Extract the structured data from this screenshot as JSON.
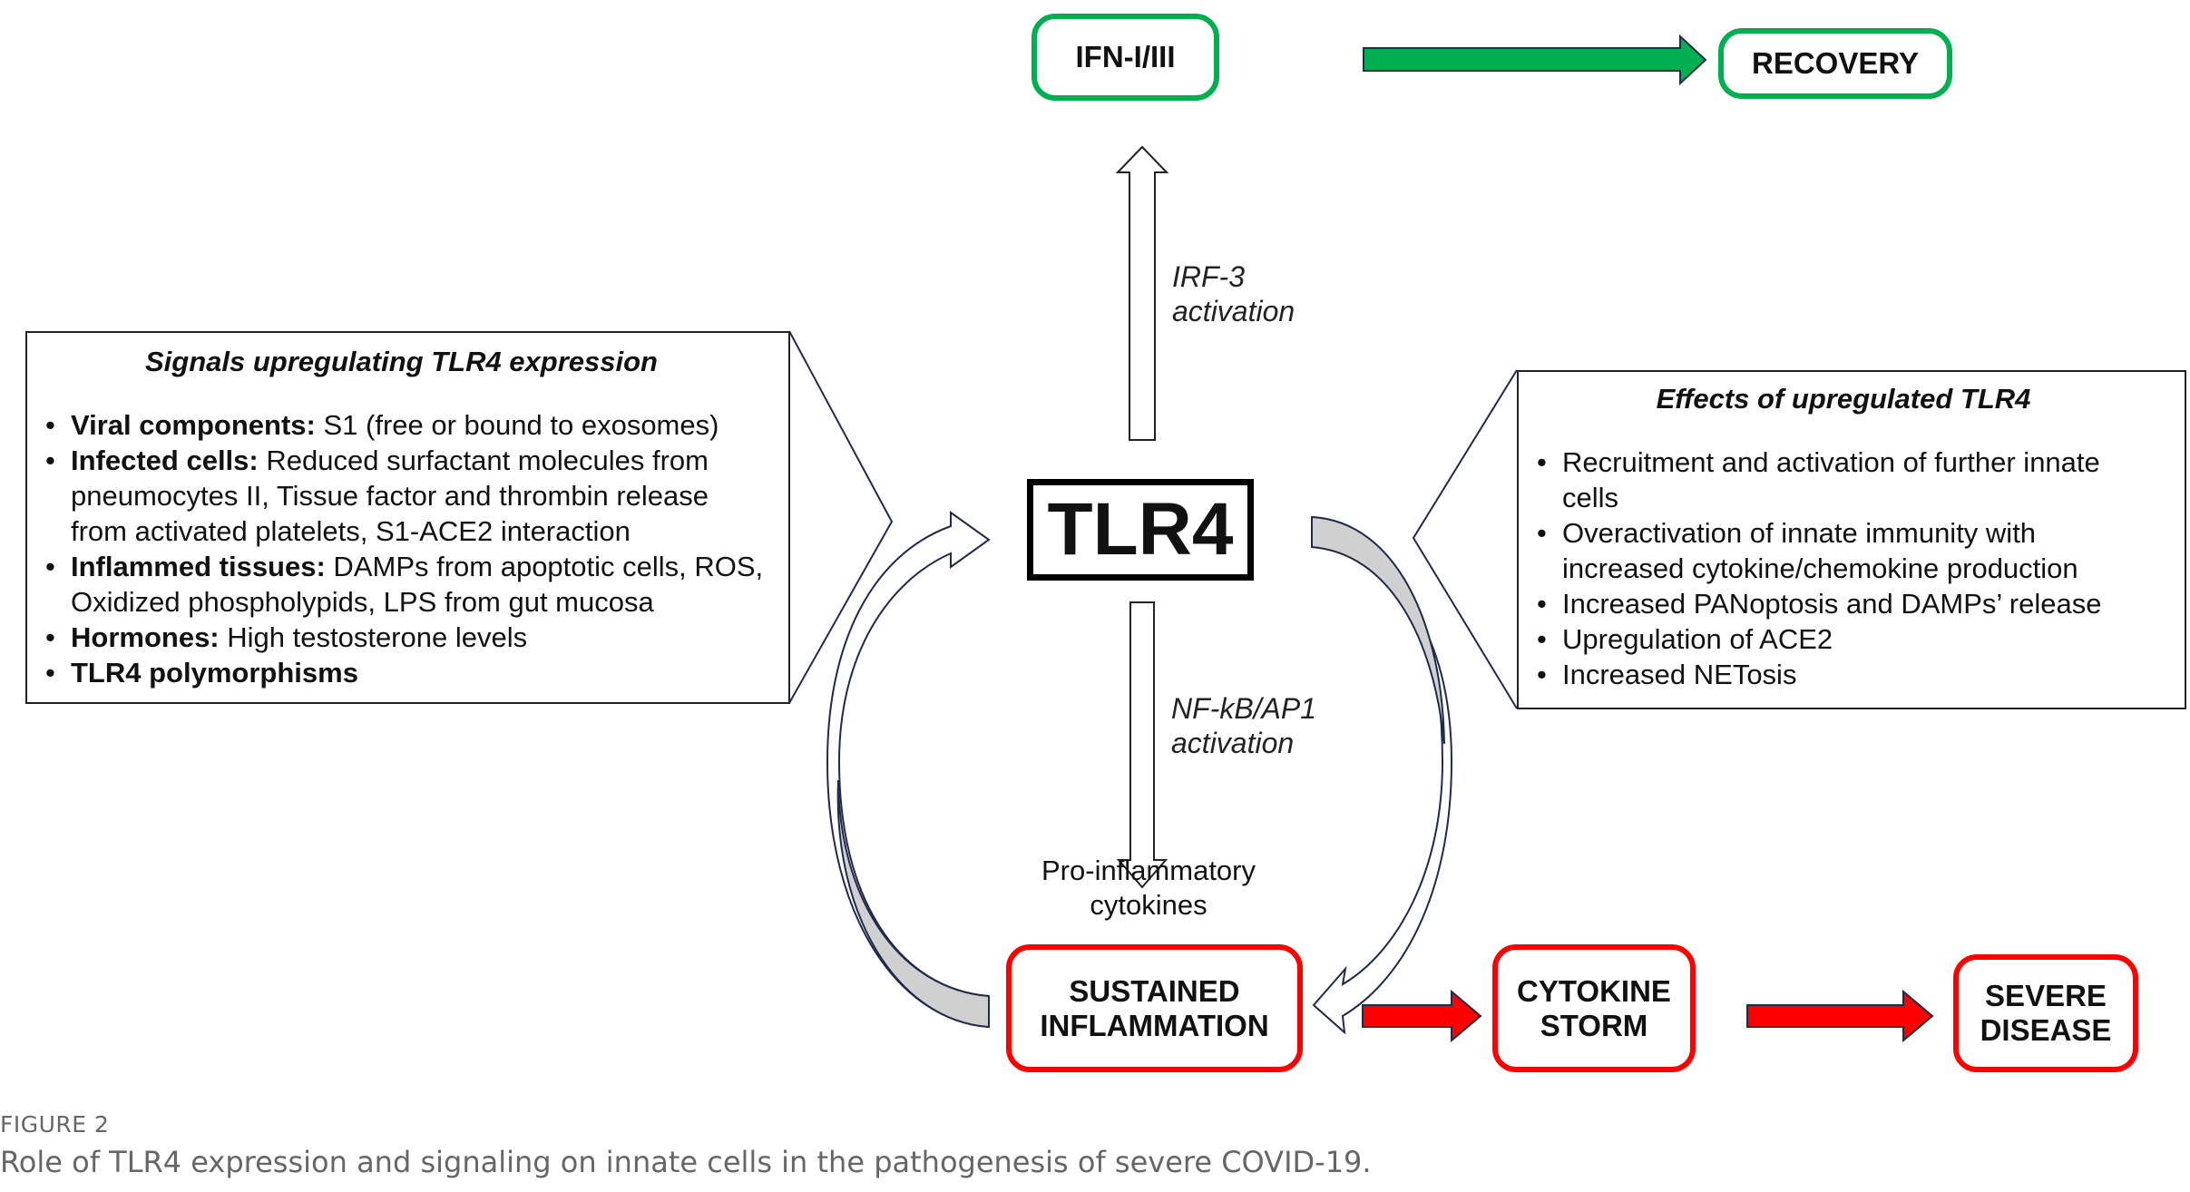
{
  "figure": {
    "label": "FIGURE 2",
    "caption": "Role of TLR4 expression and signaling on innate cells in the pathogenesis of severe COVID-19."
  },
  "colors": {
    "positive": "#00B050",
    "negative": "#FF0000",
    "arrow_outline": "#1F2A4D",
    "feedback_fill": "#D0D0D0"
  },
  "nodes": {
    "center": "TLR4",
    "ifn": "IFN-I/III",
    "recovery": "RECOVERY",
    "sustained": [
      "SUSTAINED",
      "INFLAMMATION"
    ],
    "cytokine_storm": [
      "CYTOKINE",
      "STORM"
    ],
    "severe_disease": [
      "SEVERE",
      "DISEASE"
    ]
  },
  "edge_labels": {
    "up": [
      "IRF-3",
      "activation"
    ],
    "down": [
      "NF-kB/AP1",
      "activation"
    ],
    "products": [
      "Pro-inflammatory",
      "cytokines"
    ]
  },
  "left_panel": {
    "title": "Signals upregulating  TLR4 expression",
    "items": [
      {
        "bold": "Viral components:",
        "text": " S1 (free or bound to exosomes)"
      },
      {
        "bold": "Infected cells:",
        "text": " Reduced surfactant  molecules from pneumocytes II,  Tissue factor and thrombin  release from activated platelets,  S1-ACE2 interaction"
      },
      {
        "bold": "Inflammed tissues:",
        "text": " DAMPs from apoptotic cells, ROS,  Oxidized phospholypids,  LPS from gut mucosa"
      },
      {
        "bold": "Hormones:",
        "text": " High testosterone  levels"
      },
      {
        "bold": "TLR4 polymorphisms",
        "text": ""
      }
    ]
  },
  "right_panel": {
    "title": "Effects of upregulated  TLR4",
    "items": [
      "Recruitment  and activation of further  innate cells",
      "Overactivation  of innate immunity  with increased cytokine/chemokine  production",
      "Increased  PANoptosis and DAMPs’ release",
      "Upregulation  of ACE2",
      "Increased NETosis"
    ]
  }
}
